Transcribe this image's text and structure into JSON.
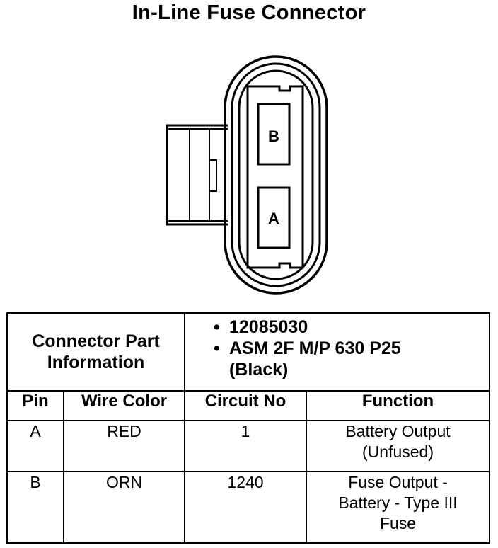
{
  "title": "In-Line Fuse Connector",
  "connector": {
    "cavities": [
      {
        "label": "B"
      },
      {
        "label": "A"
      }
    ]
  },
  "part_info": {
    "label_line1": "Connector Part",
    "label_line2": "Information",
    "part_number": "12085030",
    "assembly": "ASM 2F M/P 630 P25",
    "color": "(Black)"
  },
  "columns": {
    "pin": "Pin",
    "wire_color": "Wire Color",
    "circuit_no": "Circuit No",
    "function": "Function"
  },
  "rows": [
    {
      "pin": "A",
      "wire_color": "RED",
      "circuit_no": "1",
      "function_lines": [
        "Battery Output",
        "(Unfused)"
      ]
    },
    {
      "pin": "B",
      "wire_color": "ORN",
      "circuit_no": "1240",
      "function_lines": [
        "Fuse Output -",
        "Battery - Type III",
        "Fuse"
      ]
    }
  ]
}
